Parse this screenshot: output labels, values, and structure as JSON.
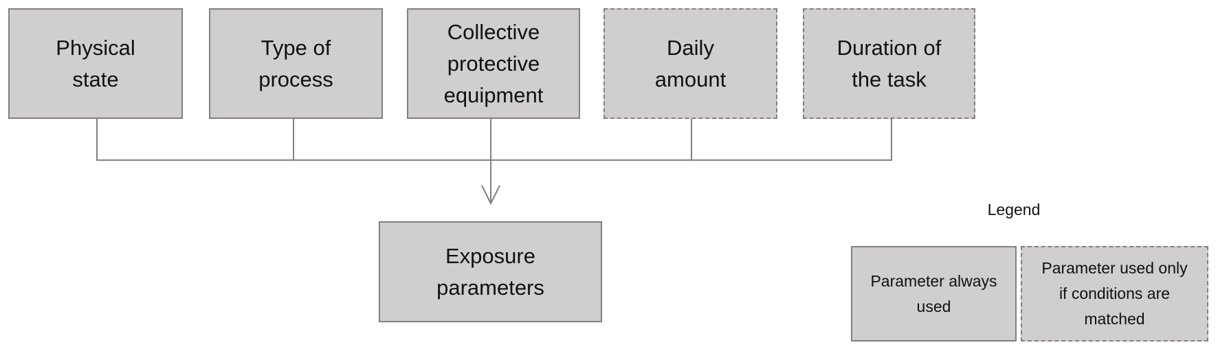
{
  "diagram": {
    "inputs": [
      {
        "label": "Physical\nstate",
        "style": "always"
      },
      {
        "label": "Type of\nprocess",
        "style": "always"
      },
      {
        "label": "Collective\nprotective\nequipment",
        "style": "always"
      },
      {
        "label": "Daily\namount",
        "style": "conditional"
      },
      {
        "label": "Duration of\nthe task",
        "style": "conditional"
      }
    ],
    "output": {
      "label": "Exposure\nparameters"
    }
  },
  "legend": {
    "title": "Legend",
    "always_label": "Parameter always\nused",
    "conditional_label": "Parameter used only\nif conditions are\nmatched"
  },
  "colors": {
    "box_fill": "#d0cece",
    "box_border": "#808080",
    "connector": "#808080"
  }
}
